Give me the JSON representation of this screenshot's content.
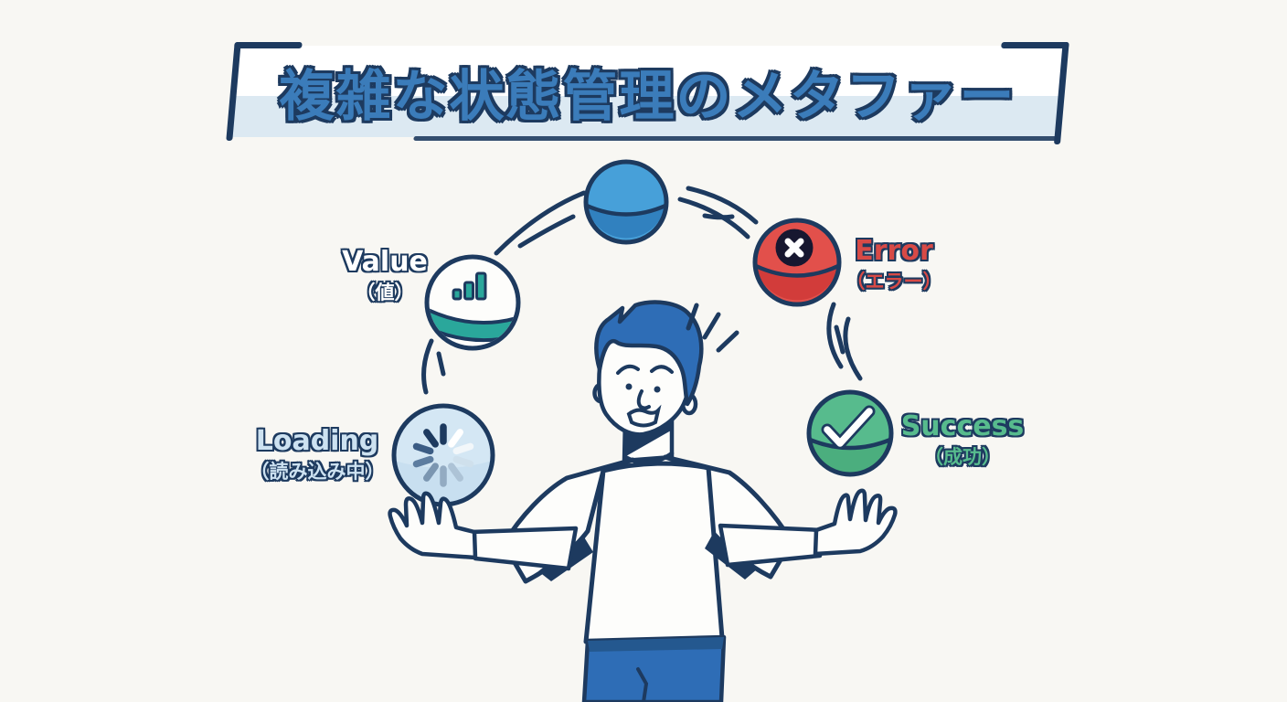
{
  "title": {
    "text": "複雑な状態管理のメタファー"
  },
  "states": [
    {
      "id": "value",
      "label": "Value",
      "label_ja": "（値）",
      "icon": "bar-chart-icon",
      "ball_color": "#fdfdfa",
      "text_color": "#ffffff"
    },
    {
      "id": "loading",
      "label": "Loading",
      "label_ja": "（読み込み中）",
      "icon": "spinner-icon",
      "ball_color": "#d4e7f4",
      "text_color": "#cde2f1"
    },
    {
      "id": "error",
      "label": "Error",
      "label_ja": "（エラー）",
      "icon": "x-circle-icon",
      "ball_color": "#e2504b",
      "text_color": "#d84a46"
    },
    {
      "id": "success",
      "label": "Success",
      "label_ja": "（成功）",
      "icon": "check-icon",
      "ball_color": "#57bb8d",
      "text_color": "#57bb8d"
    }
  ],
  "icons": [
    "bar-chart-icon",
    "spinner-icon",
    "x-circle-icon",
    "check-icon"
  ],
  "colors": {
    "background": "#f8f7f3",
    "ink": "#1d3a5f",
    "title": "#3b7cba",
    "banner_tint": "#dce9f2",
    "ball_blue": "#47a0d9",
    "ball_blue_dark": "#3181bf",
    "ball_red": "#e2504b",
    "ball_red_dark": "#d23c3a",
    "ball_green": "#57bb8d",
    "ball_green_dark": "#4bae7e",
    "ball_light": "#d4e7f4",
    "teal": "#2aa79b",
    "figure_blue": "#2e6db6"
  }
}
